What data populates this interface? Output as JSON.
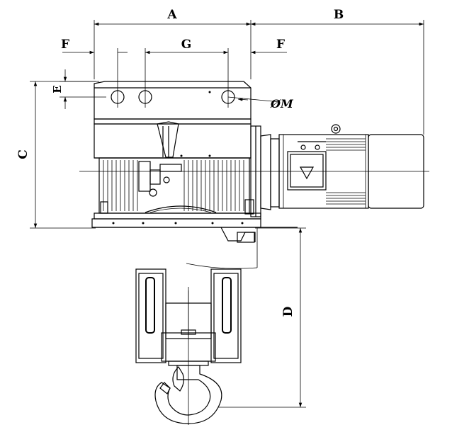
{
  "labels": {
    "A": "A",
    "B": "B",
    "C": "C",
    "D": "D",
    "E": "E",
    "F_left": "F",
    "F_right": "F",
    "G": "G",
    "M": "ØM"
  },
  "colors": {
    "line": "#000000",
    "background": "#ffffff"
  }
}
